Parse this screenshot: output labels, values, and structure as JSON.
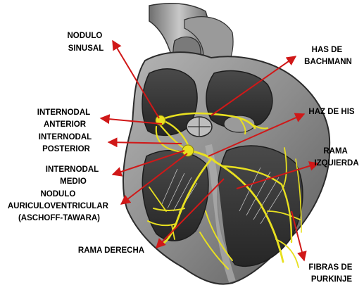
{
  "labels": {
    "nodulo_sinusal": [
      "NODULO",
      "SINUSAL"
    ],
    "has_de_bachmann": [
      "HAS DE",
      "BACHMANN"
    ],
    "internodal_anterior": [
      "INTERNODAL",
      "ANTERIOR"
    ],
    "haz_de_his": [
      "HAZ DE HIS"
    ],
    "internodal_posterior": [
      "INTERNODAL",
      "POSTERIOR"
    ],
    "rama_izquierda": [
      "RAMA",
      "IZQUIERDA"
    ],
    "internodal_medio": [
      "INTERNODAL",
      "MEDIO"
    ],
    "nodulo_av": [
      "NODULO",
      "AURICULOVENTRICULAR",
      "(ASCHOFF-TAWARA)"
    ],
    "rama_derecha": [
      "RAMA DERECHA"
    ],
    "fibras_de_purkinje": [
      "FIBRAS DE",
      "PURKINJE"
    ]
  },
  "colors": {
    "arrow": "#d01818",
    "conduction": "#e8e020",
    "heart_shadow": "#3a3a3a",
    "heart_wall": "#8a8a8a",
    "background": "#ffffff"
  }
}
